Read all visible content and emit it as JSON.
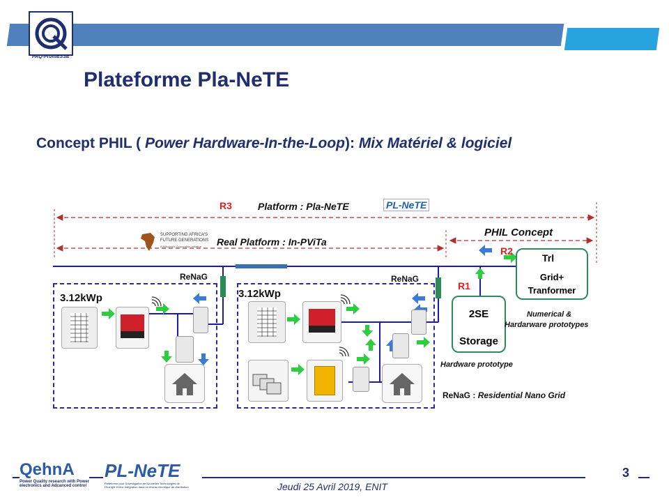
{
  "header": {
    "logo_caption": "PAQ-PromESSE",
    "title": "Plateforme Pla-NeTE"
  },
  "subtitle": {
    "part1": "Concept PHIL ( ",
    "part2": "Power Hardware-In-the-Loop",
    "part3": "):  ",
    "part4": "Mix Matériel & logiciel"
  },
  "diagram": {
    "r3_label": "R3",
    "platform_label": "Platform : Pla-NeTE",
    "platform_logo": "PL-NeTE",
    "africa_logo_line1": "SUPPORTING AFRICA'S",
    "africa_logo_line2": "FUTURE GENERATIONS",
    "africa_logo_line3": "A Mitsubishi Corporation Initiative",
    "real_platform_label": "Real Platform : In-PViTa",
    "phil_concept_label": "PHIL Concept",
    "r2_label": "R2",
    "r1_label": "R1",
    "renag_left": "ReNaG",
    "renag_right": "ReNaG",
    "pv_left": "3.12kWp",
    "pv_right": "3.12kWp",
    "trf_title": "Trl",
    "trf_line1": "Grid+",
    "trf_line2": "Tranformer",
    "storage_line1": "2SE",
    "storage_line2": "Storage",
    "numerical_line1": "Numerical &",
    "numerical_line2": "Hardarware prototypes",
    "hardware_prototype": "Hardware prototype",
    "renag_def_prefix": "ReNaG : ",
    "renag_def": "Residential Nano Grid"
  },
  "footer": {
    "qehna_logo": "QehnA",
    "qehna_caption_line1": "Power Quality research with Power",
    "qehna_caption_line2": "electronics and Adcanced control",
    "plnete_logo": "PL-NeTE",
    "plnete_caption_line1": "Plateforme pour l'Investigation de Nouvelles Technologies de",
    "plnete_caption_line2": "l'Energie et leur intégration dans un réseau électrique de distribution",
    "date": "Jeudi 25 Avril 2019, ENIT",
    "page_number": "3"
  },
  "colors": {
    "header_band": "#4f81bd",
    "header_band_right": "#29a3e0",
    "title_color": "#1f2e6e",
    "bus_line": "#1a1ab0",
    "arrow_blue": "#3a7bd5",
    "arrow_green": "#2ecc40",
    "box_green": "#2e8b57",
    "red_label": "#e02020"
  }
}
